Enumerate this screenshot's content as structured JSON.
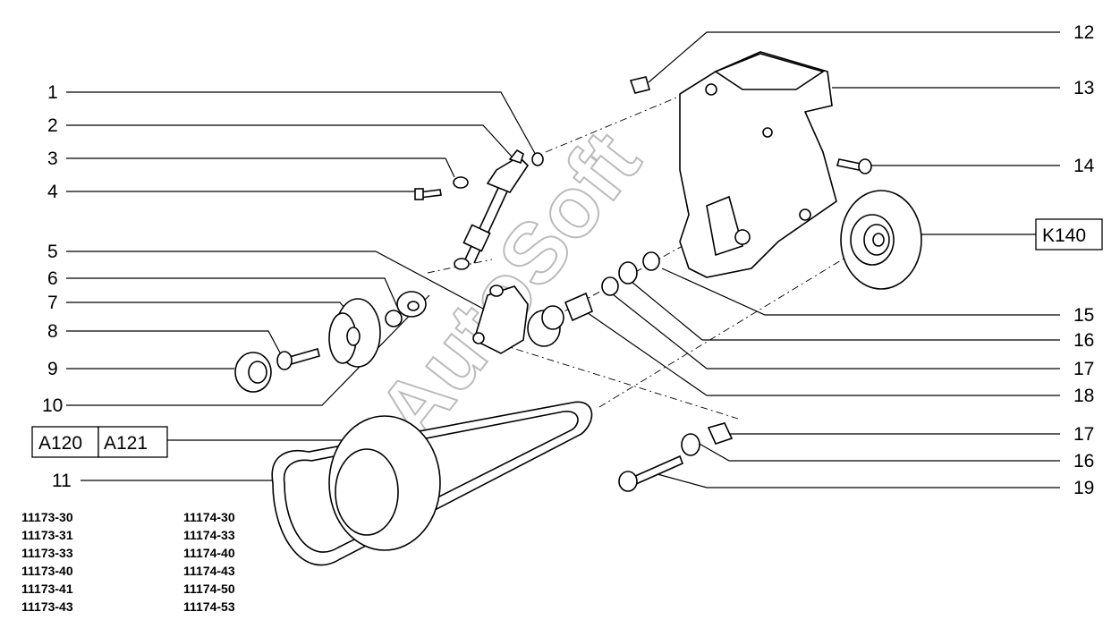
{
  "callouts": [
    "1",
    "2",
    "3",
    "4",
    "5",
    "6",
    "7",
    "8",
    "9",
    "10",
    "11",
    "12",
    "13",
    "14",
    "15",
    "16",
    "17",
    "18",
    "17",
    "16",
    "19"
  ],
  "boxed_refs": {
    "a120": "A120",
    "a121": "A121",
    "k140": "K140"
  },
  "watermark": "AutoSoft",
  "codes_left": [
    "11173-30",
    "11173-31",
    "11173-33",
    "11173-40",
    "11173-41",
    "11173-43"
  ],
  "codes_right": [
    "11174-30",
    "11174-33",
    "11174-40",
    "11174-43",
    "11174-50",
    "11174-53"
  ]
}
